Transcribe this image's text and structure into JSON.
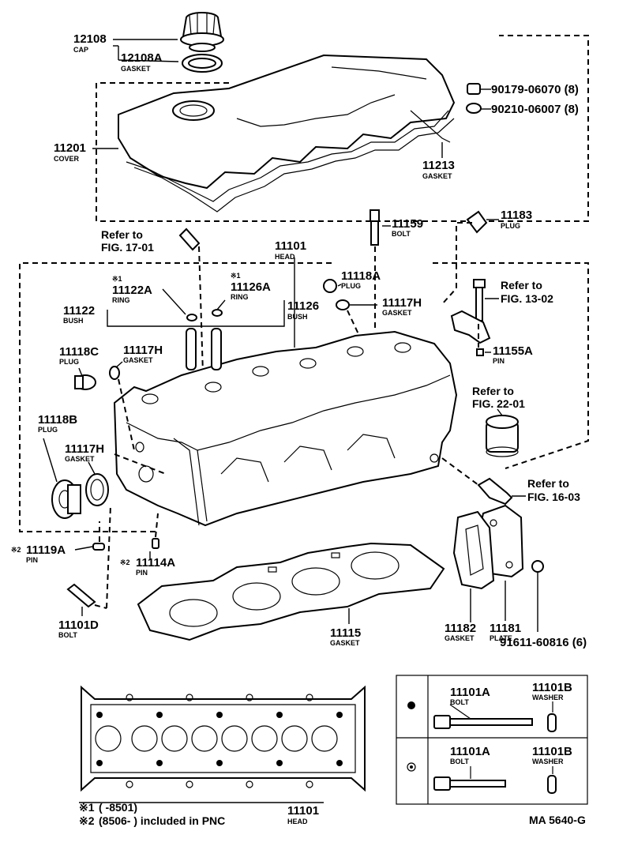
{
  "parts": {
    "p12108": {
      "num": "12108",
      "name": "CAP"
    },
    "p12108A": {
      "num": "12108A",
      "name": "GASKET"
    },
    "p11201": {
      "num": "11201",
      "name": "COVER"
    },
    "p11213": {
      "num": "11213",
      "name": "GASKET"
    },
    "p90179": {
      "num": "90179-06070 (8)"
    },
    "p90210": {
      "num": "90210-06007 (8)"
    },
    "p11159": {
      "num": "11159",
      "name": "BOLT"
    },
    "p11183": {
      "num": "11183",
      "name": "PLUG"
    },
    "p11101": {
      "num": "11101",
      "name": "HEAD"
    },
    "p11118A": {
      "num": "11118A",
      "name": "PLUG"
    },
    "p11117H_top": {
      "num": "11117H",
      "name": "GASKET"
    },
    "p11122A": {
      "mark": "※1",
      "num": "11122A",
      "name": "RING"
    },
    "p11122": {
      "num": "11122",
      "name": "BUSH"
    },
    "p11126A": {
      "mark": "※1",
      "num": "11126A",
      "name": "RING"
    },
    "p11126": {
      "num": "11126",
      "name": "BUSH"
    },
    "p11118C": {
      "num": "11118C",
      "name": "PLUG"
    },
    "p11117H_left": {
      "num": "11117H",
      "name": "GASKET"
    },
    "p11155A": {
      "num": "11155A",
      "name": "PIN"
    },
    "p11118B": {
      "num": "11118B",
      "name": "PLUG"
    },
    "p11117H_low": {
      "num": "11117H",
      "name": "GASKET"
    },
    "p11119A": {
      "mark": "※2",
      "num": "11119A",
      "name": "PIN"
    },
    "p11114A": {
      "mark": "※2",
      "num": "11114A",
      "name": "PIN"
    },
    "p11101D": {
      "num": "11101D",
      "name": "BOLT"
    },
    "p11115": {
      "num": "11115",
      "name": "GASKET"
    },
    "p11182": {
      "num": "11182",
      "name": "GASKET"
    },
    "p11181": {
      "num": "11181",
      "name": "PLATE"
    },
    "p91611": {
      "num": "91611-60816 (6)"
    }
  },
  "refs": {
    "r17": {
      "line1": "Refer to",
      "line2": "FIG. 17-01"
    },
    "r13": {
      "line1": "Refer to",
      "line2": "FIG. 13-02"
    },
    "r22": {
      "line1": "Refer to",
      "line2": "FIG. 22-01"
    },
    "r16": {
      "line1": "Refer to",
      "line2": "FIG. 16-03"
    }
  },
  "legend_table": {
    "row1": {
      "symbol": "●",
      "bolt_num": "11101A",
      "bolt_name": "BOLT",
      "washer_num": "11101B",
      "washer_name": "WASHER"
    },
    "row2": {
      "symbol": "◎",
      "bolt_num": "11101A",
      "bolt_name": "BOLT",
      "washer_num": "11101B",
      "washer_name": "WASHER"
    }
  },
  "footnotes": {
    "n1_mark": "※1",
    "n1_text": "(        -8501)",
    "n2_mark": "※2",
    "n2_text": "(8506-         ) included in PNC",
    "pnc_num": "11101",
    "pnc_name": "HEAD"
  },
  "illustration_id": "MA 5640-G"
}
